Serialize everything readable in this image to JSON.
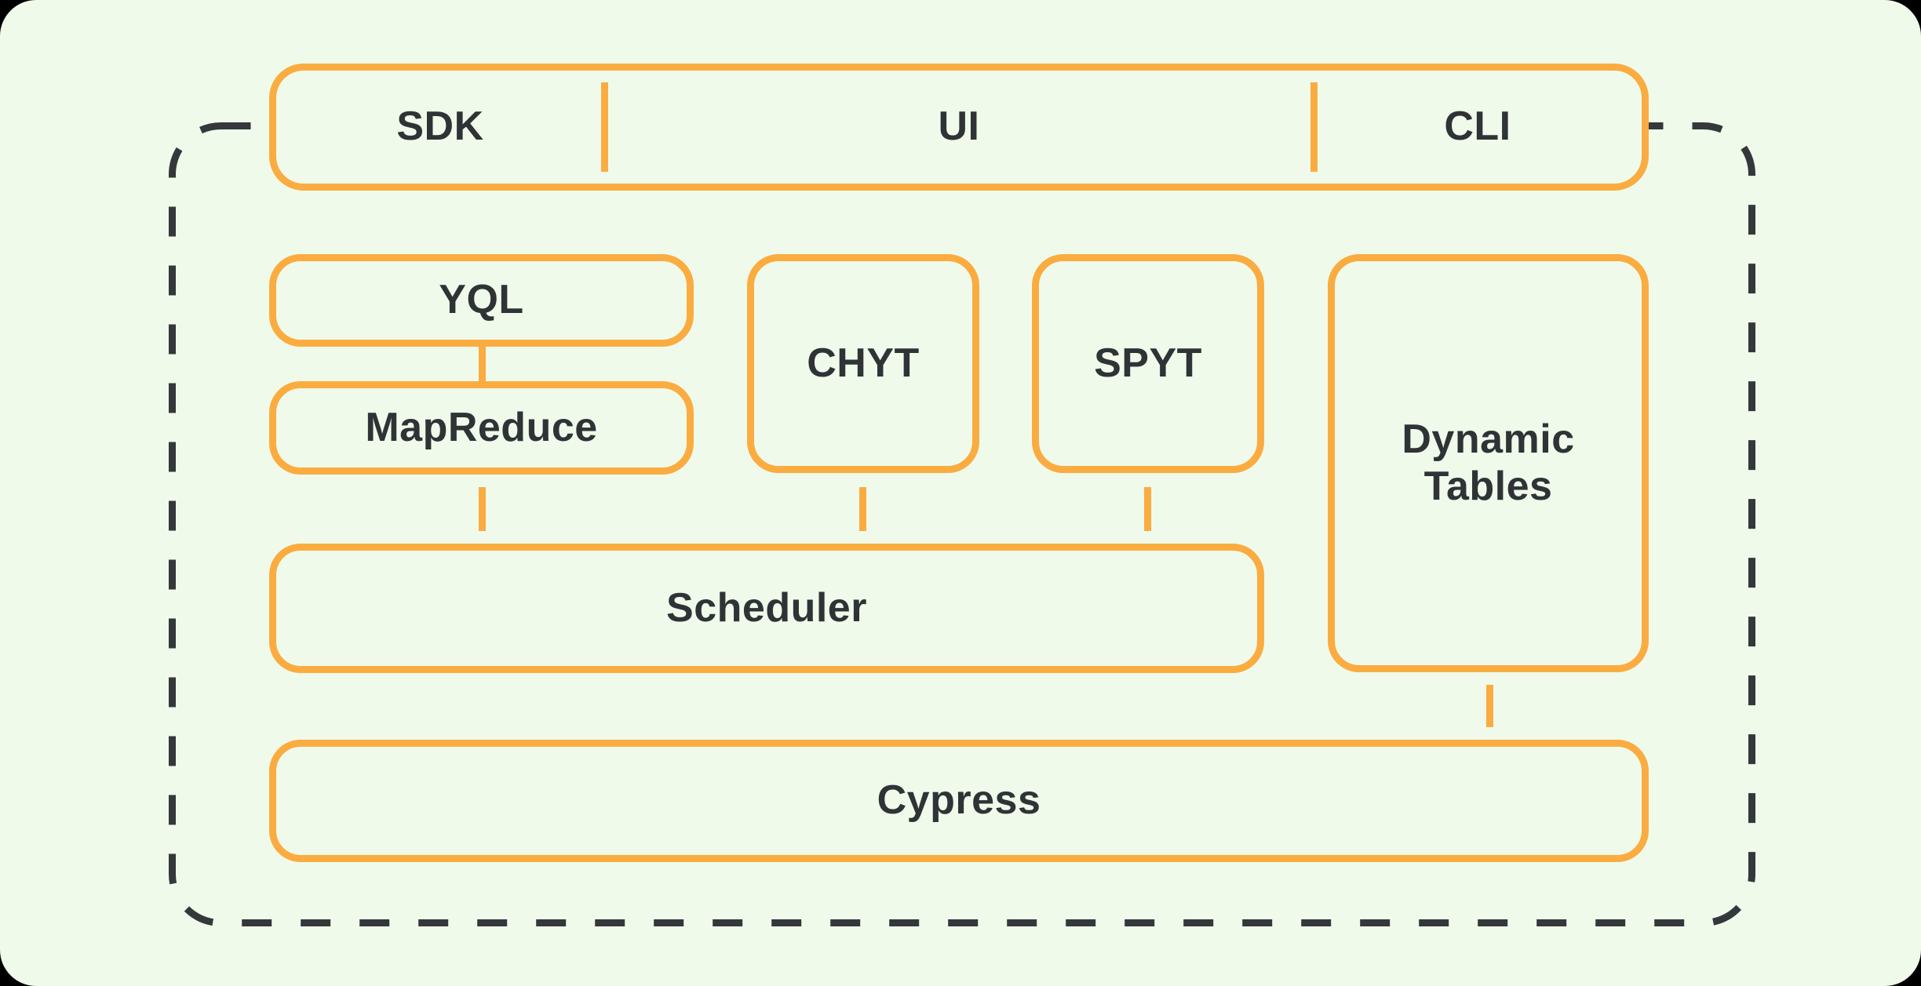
{
  "colors": {
    "surround": "#000000",
    "card_background": "#EFFAEB",
    "accent_orange": "#FBAC40",
    "boundary_dash": "#34383A",
    "text": "#2F3335"
  },
  "api_bar": {
    "items": [
      {
        "label": "SDK"
      },
      {
        "label": "UI"
      },
      {
        "label": "CLI"
      }
    ]
  },
  "nodes": {
    "yql": {
      "label": "YQL"
    },
    "mapreduce": {
      "label": "MapReduce"
    },
    "chyt": {
      "label": "CHYT"
    },
    "spyt": {
      "label": "SPYT"
    },
    "dynamic_tables": {
      "label": "Dynamic Tables"
    },
    "scheduler": {
      "label": "Scheduler"
    },
    "cypress": {
      "label": "Cypress"
    }
  },
  "edges": [
    {
      "from": "YQL",
      "to": "MapReduce"
    },
    {
      "from": "MapReduce",
      "to": "Scheduler"
    },
    {
      "from": "CHYT",
      "to": "Scheduler"
    },
    {
      "from": "SPYT",
      "to": "Scheduler"
    },
    {
      "from": "Dynamic Tables",
      "to": "Cypress"
    }
  ]
}
